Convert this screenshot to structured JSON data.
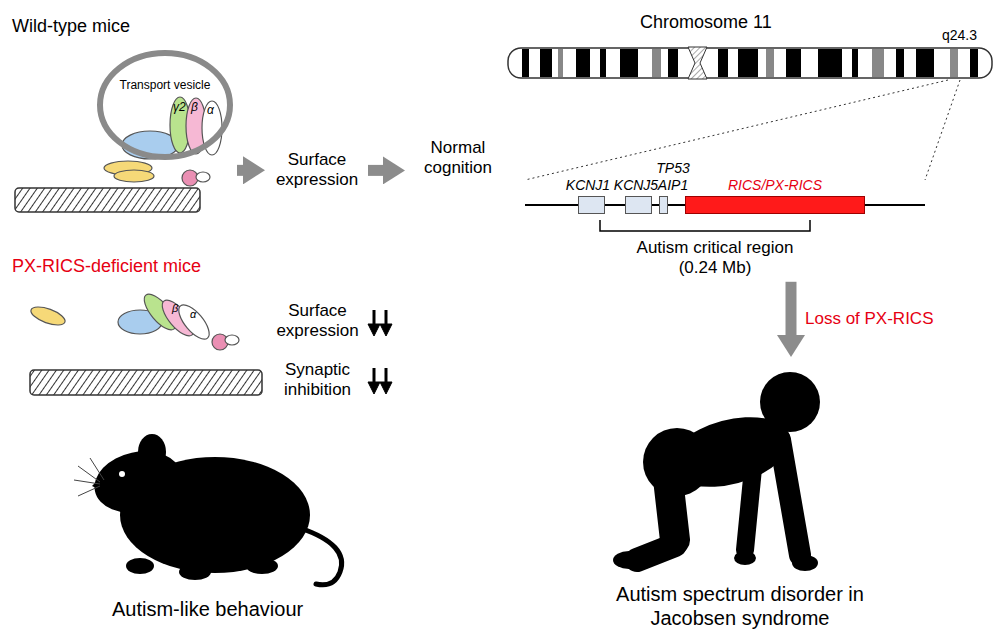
{
  "diagram": {
    "nodes": [
      {
        "text": [
          "Transport vesicle"
        ]
      },
      {
        "text": [
          "Surface expression"
        ]
      },
      {
        "text": [
          "Normal cognition"
        ]
      },
      {
        "text": [
          "KCNJ1"
        ]
      },
      {
        "text": [
          "KCNJ5"
        ]
      },
      {
        "text": [
          "TP53 AIP1"
        ]
      },
      {
        "text": [
          "RICS/PX-RICS"
        ]
      },
      {
        "text": [
          "Autism critical region (0.24 Mb)"
        ]
      },
      {
        "text": [
          "Autism spectrum disorder in Jacobsen syndrome"
        ]
      }
    ],
    "edges": [
      {
        "from": 0,
        "to": 1,
        "arrow": "to"
      },
      {
        "from": 1,
        "to": 2,
        "arrow": "to"
      },
      {
        "from": 7,
        "to": 8,
        "label": "Loss of PX-RICS",
        "arrow": "to"
      }
    ],
    "labels": [
      "Wild-type mice",
      "γ2",
      "β",
      "α",
      "Chromosome 11",
      "q24.3",
      "PX-RICS-deficient mice",
      "β",
      "α",
      "Surface expression",
      "Synaptic inhibition",
      "Autism-like behaviour"
    ]
  }
}
